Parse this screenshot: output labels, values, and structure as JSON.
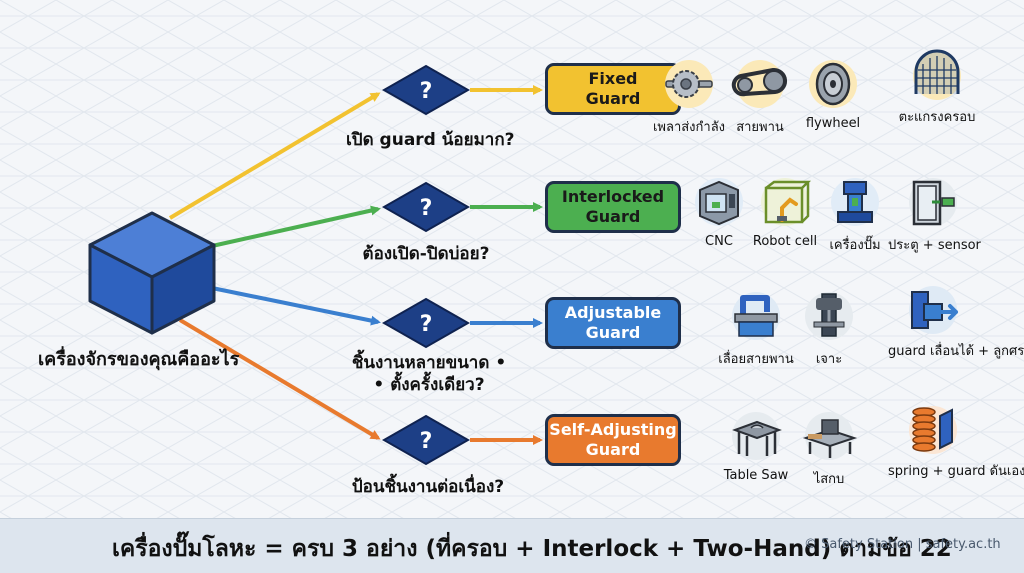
{
  "start": {
    "label": "เครื่องจักรของคุณคืออะไร",
    "color": "#2a5bb8"
  },
  "branches": [
    {
      "question": "เปิด guard น้อยมาก?",
      "guard": "Fixed\nGuard",
      "color": "#f2c230",
      "examples": [
        {
          "icon": "gear-shaft-icon",
          "label": "เพลาส่งกำลัง"
        },
        {
          "icon": "belt-drive-icon",
          "label": "สายพาน"
        },
        {
          "icon": "flywheel-icon",
          "label": "flywheel"
        },
        {
          "icon": "mesh-cage-icon",
          "label": "ตะแกรงครอบ"
        }
      ]
    },
    {
      "question": "ต้องเปิด-ปิดบ่อย?",
      "guard": "Interlocked\nGuard",
      "color": "#4caf50",
      "examples": [
        {
          "icon": "cnc-machine-icon",
          "label": "CNC"
        },
        {
          "icon": "robot-cell-icon",
          "label": "Robot cell"
        },
        {
          "icon": "press-machine-icon",
          "label": "เครื่องปั๊ม"
        },
        {
          "icon": "door-sensor-icon",
          "label": "ประตู + sensor"
        }
      ]
    },
    {
      "question": "ชิ้นงานหลายขนาด •\n• ตั้งครั้งเดียว?",
      "guard": "Adjustable\nGuard",
      "color": "#3a7fcf",
      "examples": [
        {
          "icon": "band-saw-icon",
          "label": "เลื่อยสายพาน"
        },
        {
          "icon": "drill-press-icon",
          "label": "เจาะ"
        },
        {
          "icon": "sliding-guard-icon",
          "label": "guard เลื่อนได้ + ลูกศร"
        }
      ]
    },
    {
      "question": "ป้อนชิ้นงานต่อเนื่อง?",
      "guard": "Self-Adjusting\nGuard",
      "color": "#e87a2e",
      "examples": [
        {
          "icon": "table-saw-icon",
          "label": "Table Saw"
        },
        {
          "icon": "planer-icon",
          "label": "ไสกบ"
        },
        {
          "icon": "spring-guard-icon",
          "label": "spring + guard ดันเอง"
        }
      ]
    }
  ],
  "question_mark": "?",
  "diamond_color": "#1d3f86",
  "footer": {
    "text": "เครื่องปั๊มโลหะ = ครบ 3 อย่าง (ที่ครอบ + Interlock + Two-Hand) ตามข้อ 22",
    "credit": "© Safety Station | safety.ac.th"
  }
}
